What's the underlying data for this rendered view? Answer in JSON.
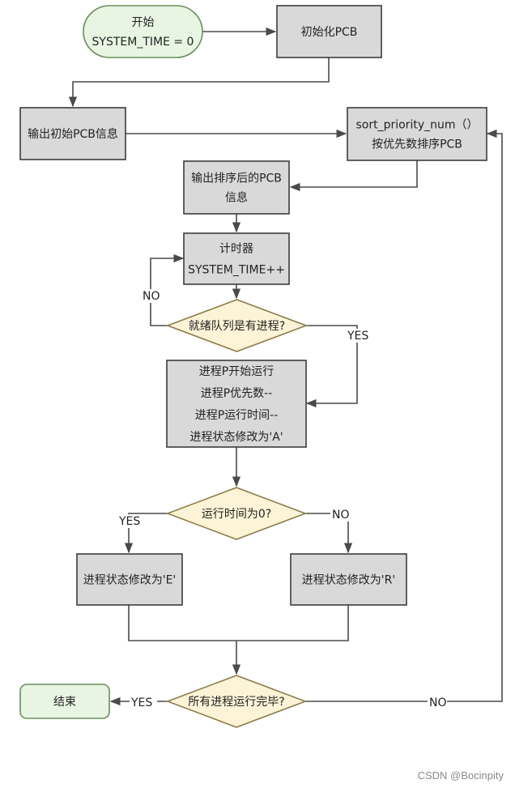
{
  "colors": {
    "process_fill": "#d9d9d9",
    "process_stroke": "#3c3c3c",
    "terminal_fill": "#e8f5e3",
    "terminal_stroke": "#6a8f5c",
    "decision_fill": "#fdf3d6",
    "decision_stroke": "#8a7d4a",
    "line": "#4a4a4a"
  },
  "nodes": {
    "start": [
      "开始",
      "SYSTEM_TIME = 0"
    ],
    "init_pcb": [
      "初始化PCB"
    ],
    "print_init": [
      "输出初始PCB信息"
    ],
    "sort": [
      "sort_priority_num（）",
      "按优先数排序PCB"
    ],
    "print_sorted": [
      "输出排序后的PCB",
      "信息"
    ],
    "timer": [
      "计时器",
      "SYSTEM_TIME++"
    ],
    "ready_check": [
      "就绪队列是有进程?"
    ],
    "run": [
      "进程P开始运行",
      "进程P优先数--",
      "进程P运行时间--",
      "进程状态修改为'A'"
    ],
    "time_zero": [
      "运行时间为0?"
    ],
    "state_e": [
      "进程状态修改为'E'"
    ],
    "state_r": [
      "进程状态修改为'R'"
    ],
    "all_done": [
      "所有进程运行完毕?"
    ],
    "end": [
      "结束"
    ]
  },
  "edge_labels": {
    "ready_no": "NO",
    "ready_yes": "YES",
    "time_yes": "YES",
    "time_no": "NO",
    "done_yes": "YES",
    "done_no": "NO"
  },
  "watermark": "CSDN @Bocinpity"
}
